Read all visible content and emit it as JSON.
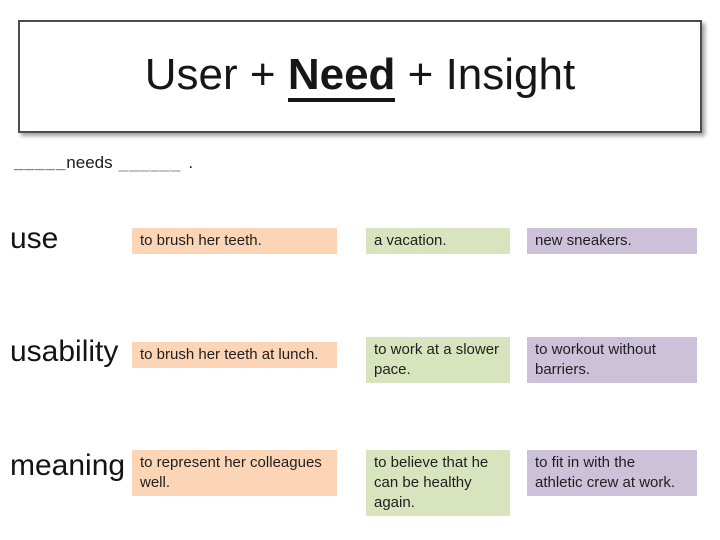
{
  "title": {
    "prefix": "User + ",
    "emphasis": "Need",
    "suffix": " + Insight"
  },
  "sentence": {
    "blank_user": "_____",
    "verb": "needs",
    "blank_need": "______",
    "period": "."
  },
  "colors": {
    "orange": "#FBD5B5",
    "green": "#D7E4BD",
    "purple": "#CCC1D9"
  },
  "rows": [
    {
      "label": "use",
      "cells": [
        {
          "text": "to brush her teeth.",
          "color": "orange"
        },
        {
          "text": "a vacation.",
          "color": "green"
        },
        {
          "text": "new sneakers.",
          "color": "purple"
        }
      ]
    },
    {
      "label": "usability",
      "cells": [
        {
          "text": "to brush her teeth at lunch.",
          "color": "orange"
        },
        {
          "text": "to work at a slower\npace.",
          "color": "green"
        },
        {
          "text": "to workout without\nbarriers.",
          "color": "purple"
        }
      ]
    },
    {
      "label": "meaning",
      "cells": [
        {
          "text": "to represent her colleagues\nwell.",
          "color": "orange"
        },
        {
          "text": "to believe that he\ncan be healthy\nagain.",
          "color": "green"
        },
        {
          "text": "to fit in with the\nathletic crew at work.",
          "color": "purple"
        }
      ]
    }
  ]
}
